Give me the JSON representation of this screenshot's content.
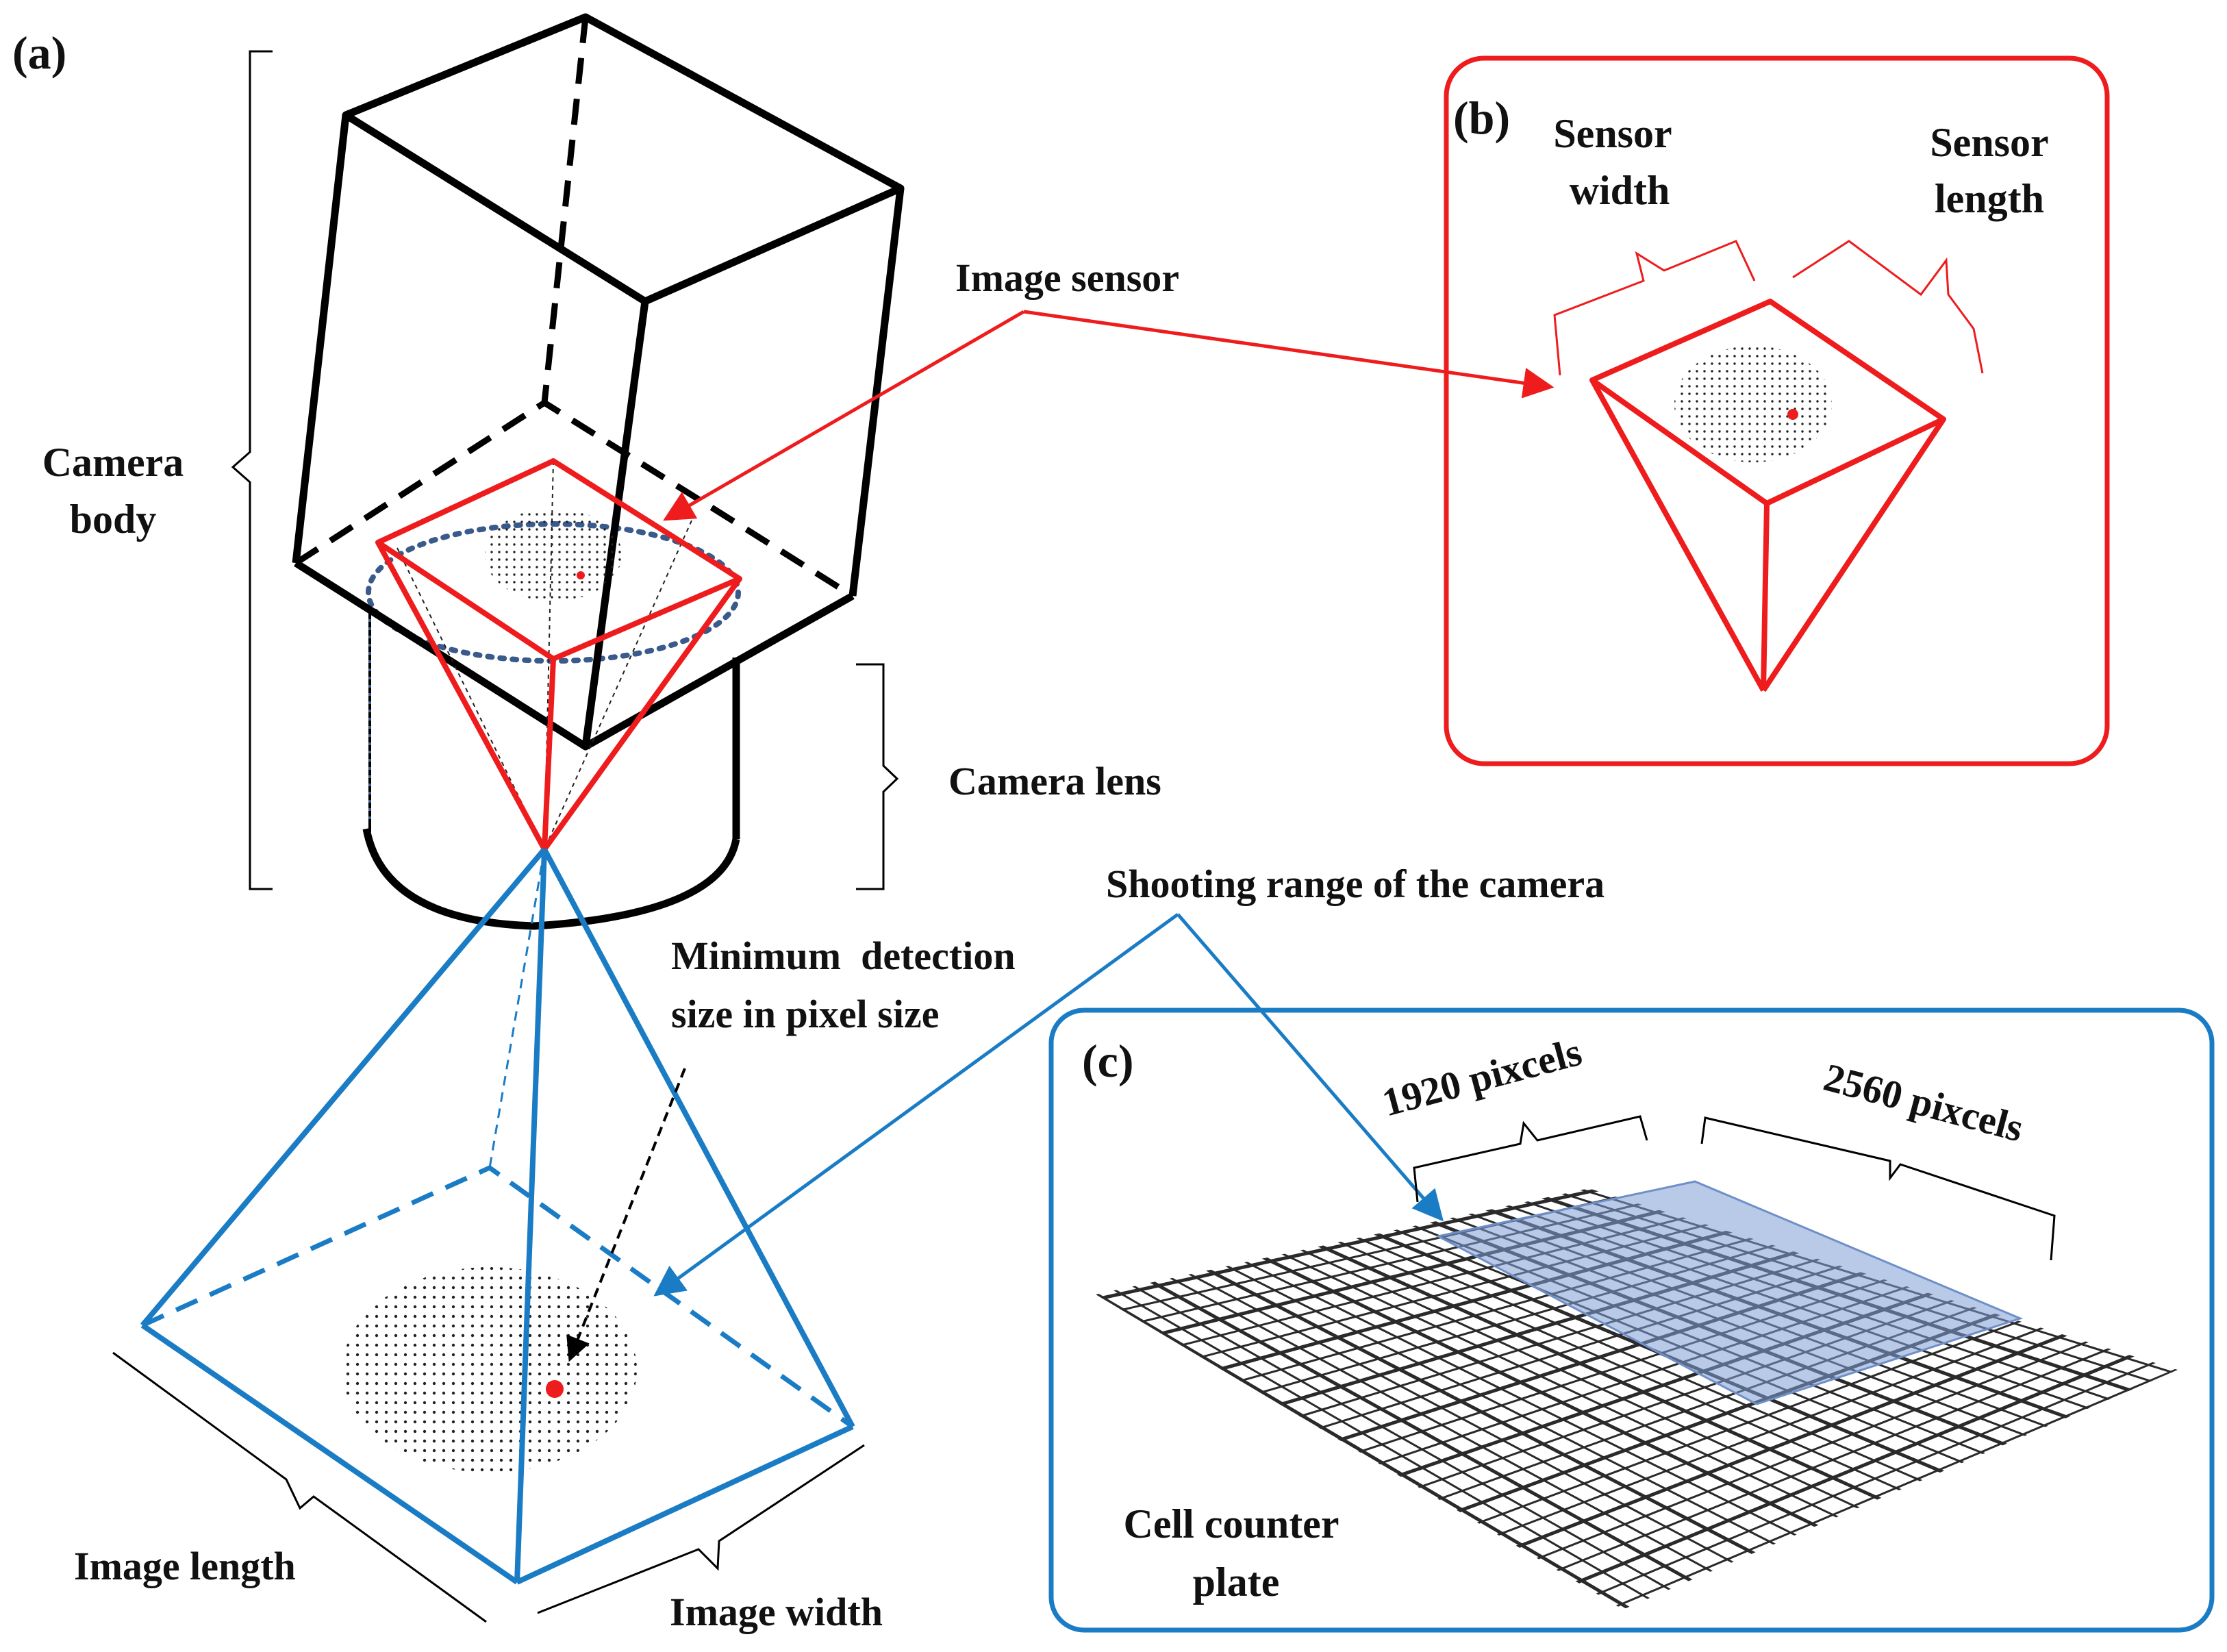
{
  "panel_labels": {
    "a": "(a)",
    "b": "(b)",
    "c": "(c)"
  },
  "panel_a": {
    "camera_body": [
      "Camera",
      "body"
    ],
    "image_sensor": "Image sensor",
    "camera_lens": "Camera lens",
    "shooting_range": "Shooting range of the camera",
    "min_detection": [
      "Minimum  detection",
      "size in pixel size"
    ],
    "image_length": "Image length",
    "image_width": "Image width"
  },
  "panel_b": {
    "sensor_width": [
      "Sensor",
      "width"
    ],
    "sensor_length": [
      "Sensor",
      "length"
    ]
  },
  "panel_c": {
    "pixels_1920": "1920 pixcels",
    "pixels_2560": "2560 pixcels",
    "plate": [
      "Cell counter",
      "plate"
    ]
  },
  "colors": {
    "camera": "#000000",
    "sensor": "#ee1c1c",
    "range": "#1a7cc4",
    "ring": "#3a5a8c",
    "highlight": "#7d9ed4"
  }
}
